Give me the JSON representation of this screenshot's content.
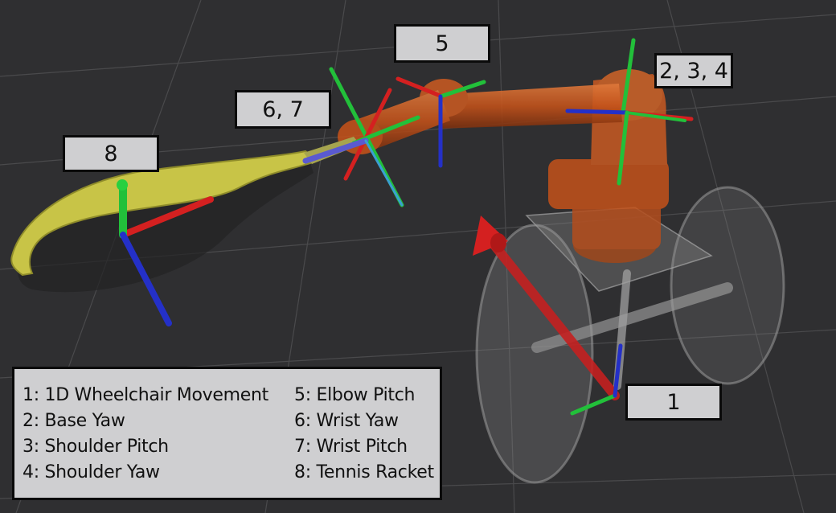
{
  "colors": {
    "background": "#2f2f31",
    "grid": "#4a4a4c",
    "robot": "#c4521a",
    "racket": "#c8c447",
    "axis_x": "#d42020",
    "axis_y": "#22c03a",
    "axis_z": "#2430c8",
    "wheel": "#8a8a8a",
    "label_box": "#cfcfd1"
  },
  "callouts": {
    "c1": "1",
    "c234": "2, 3, 4",
    "c5": "5",
    "c67": "6, 7",
    "c8": "8"
  },
  "legend": {
    "items": [
      "1: 1D Wheelchair Movement",
      "2: Base Yaw",
      "3: Shoulder Pitch",
      "4: Shoulder Yaw",
      "5: Elbow Pitch",
      "6: Wrist Yaw",
      "7: Wrist Pitch",
      "8: Tennis Racket"
    ]
  }
}
